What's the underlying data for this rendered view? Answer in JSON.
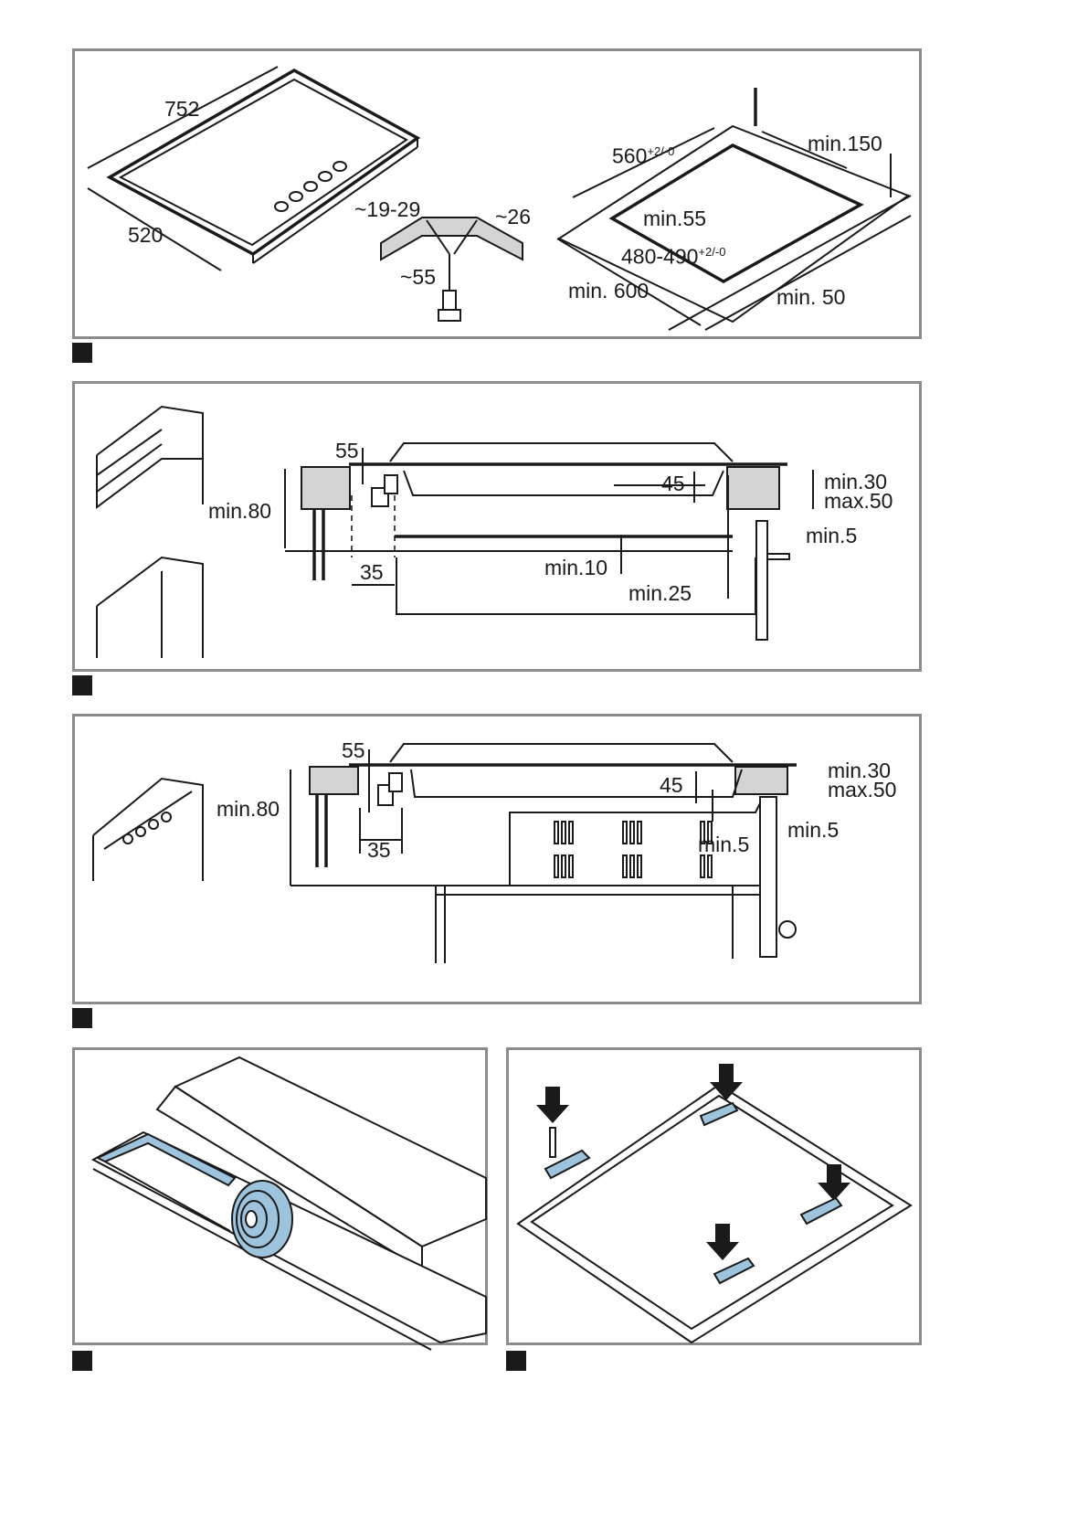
{
  "fig1": {
    "hob_width": "752",
    "hob_depth": "520",
    "worktop_range": "~19-29",
    "bracket_depth": "~26",
    "screw_length": "~55",
    "cutout_width": "560",
    "cutout_width_tol_plus": "+2",
    "cutout_width_tol_minus": "-0",
    "rear_clearance": "min.150",
    "front_min": "min.55",
    "cutout_depth": "480-490",
    "cutout_depth_tol_plus": "+2",
    "cutout_depth_tol_minus": "-0",
    "worktop_depth": "min. 600",
    "side_min": "min. 50"
  },
  "fig2": {
    "gas_offset": "55",
    "hob_height": "45",
    "worktop_min": "min.30",
    "worktop_max": "max.50",
    "total_min": "min.80",
    "gap_min5": "min.5",
    "connector_width": "35",
    "shelf_gap": "min.10",
    "back_gap": "min.25"
  },
  "fig3": {
    "gas_offset": "55",
    "hob_height": "45",
    "worktop_min": "min.30",
    "worktop_max": "max.50",
    "total_min": "min.80",
    "oven_gap": "min.5",
    "side_gap": "min.5",
    "connector_width": "35"
  },
  "colors": {
    "frame": "#8c8c8c",
    "seal": "#9dc3dd",
    "worktop": "#d4d4d4"
  }
}
